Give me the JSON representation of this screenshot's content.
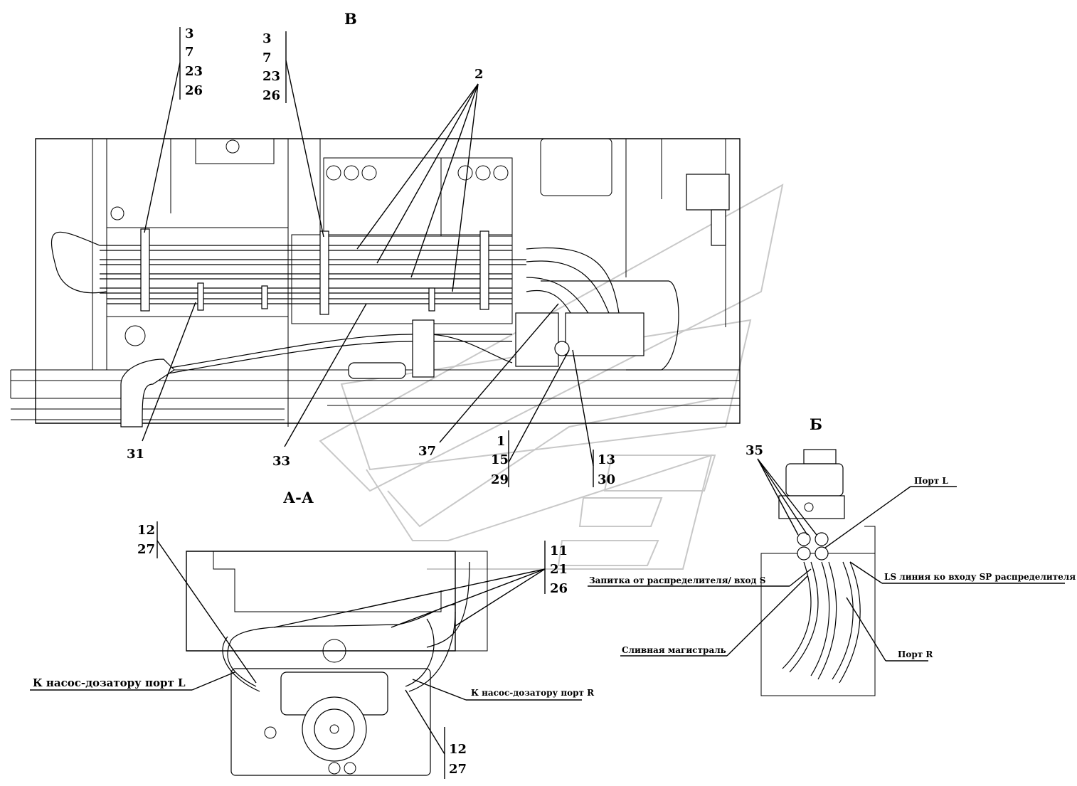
{
  "views": {
    "view_b_title": "В",
    "view_aa_title": "А-А",
    "view_b2_title": "Б"
  },
  "callouts_view_b": {
    "stack1": [
      "3",
      "7",
      "23",
      "26"
    ],
    "stack2": [
      "3",
      "7",
      "23",
      "26"
    ],
    "item2": "2",
    "item31": "31",
    "item33": "33",
    "item37": "37",
    "stack3": [
      "1",
      "15",
      "29"
    ],
    "stack4": [
      "13",
      "30"
    ]
  },
  "callouts_view_aa": {
    "stack_left": [
      "12",
      "27"
    ],
    "stack_mid": [
      "11",
      "21",
      "26"
    ],
    "stack_bottom": [
      "12",
      "27"
    ],
    "port_l_label": "К насос-дозатору порт L",
    "port_r_label": "К насос-дозатору порт R"
  },
  "callouts_view_b2": {
    "item35": "35",
    "port_l": "Порт L",
    "feed_label": "Запитка от распределителя/ вход S",
    "ls_label": "LS линия ко входу SP распределителя",
    "drain_label": "Сливная магистраль",
    "port_r": "Порт R"
  }
}
